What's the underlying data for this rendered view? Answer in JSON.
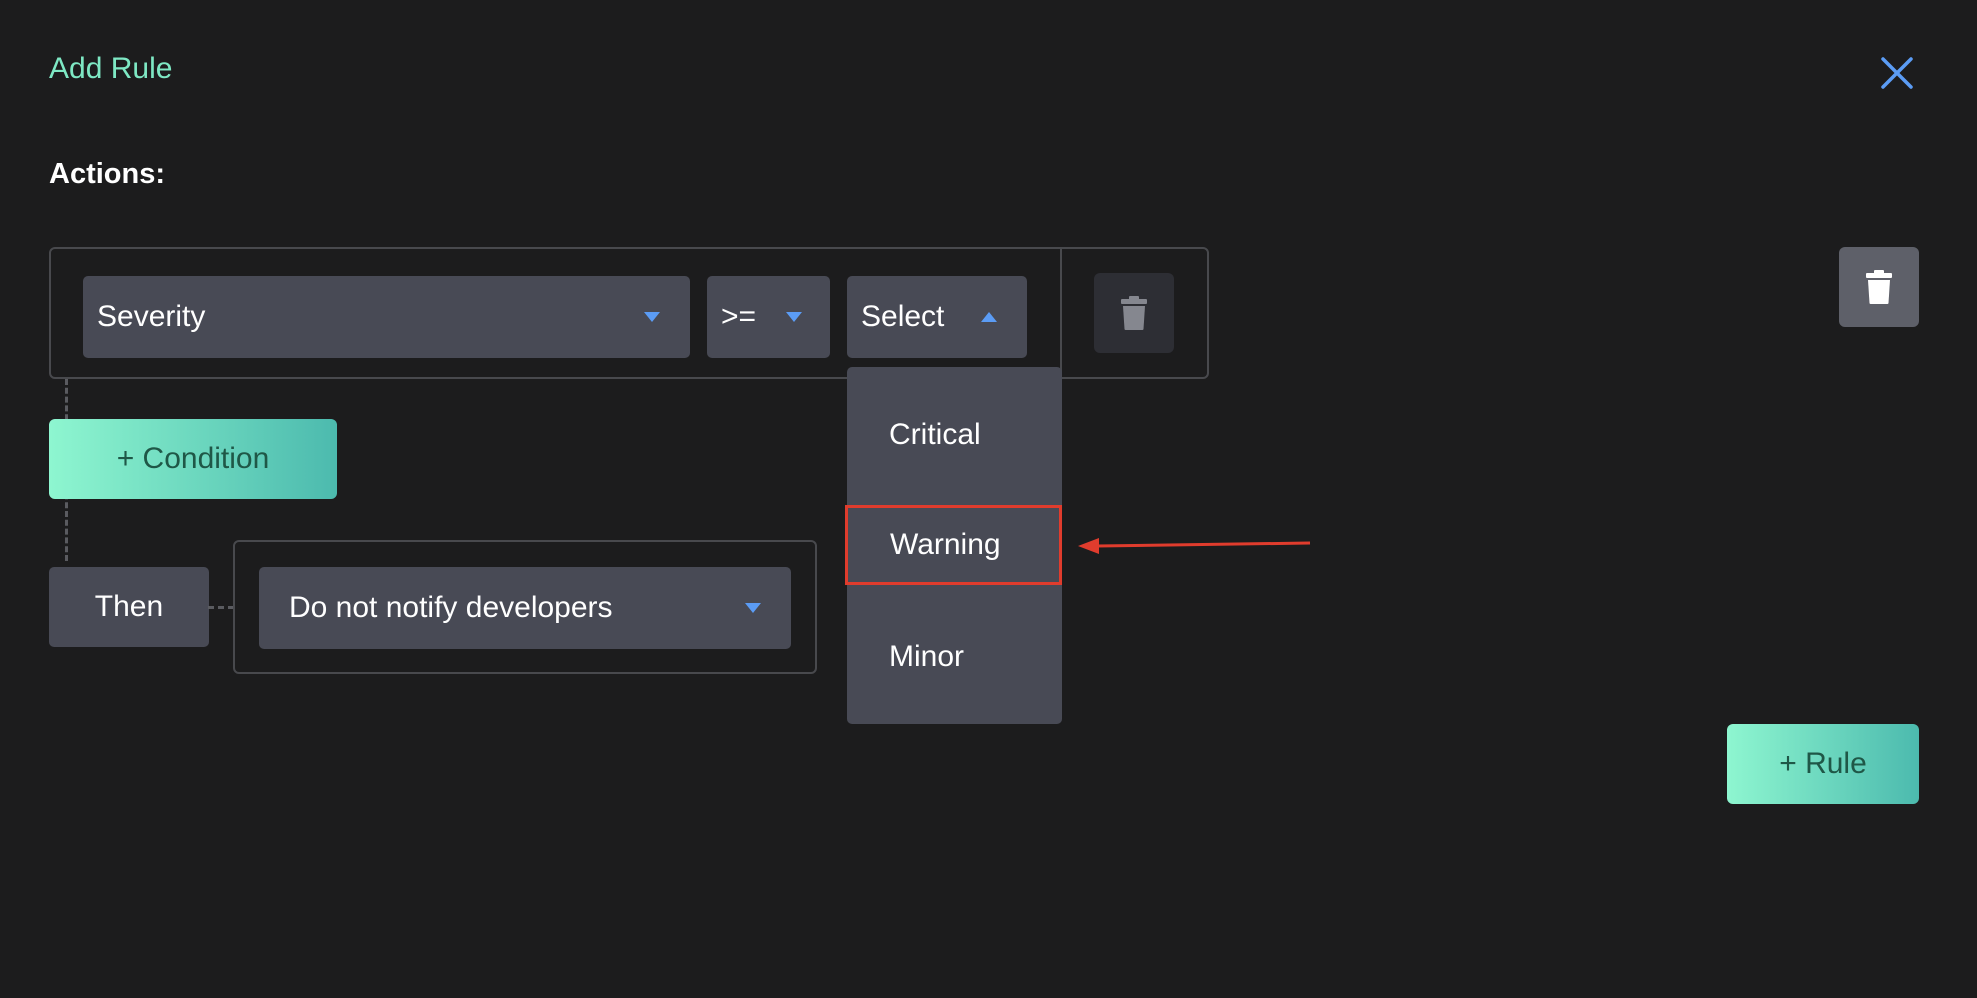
{
  "header": {
    "title": "Add Rule"
  },
  "section": {
    "label": "Actions:"
  },
  "condition": {
    "field": "Severity",
    "operator": ">=",
    "value_placeholder": "Select",
    "options": [
      "Critical",
      "Warning",
      "Minor"
    ],
    "highlighted_option": "Warning"
  },
  "buttons": {
    "add_condition": "+ Condition",
    "add_rule": "+ Rule"
  },
  "then": {
    "label": "Then",
    "action": "Do not notify developers"
  },
  "icons": {
    "close": "close-icon",
    "delete": "trash-icon",
    "caret": "chevron-down-icon"
  },
  "colors": {
    "accent": "#7ee8c4",
    "caret": "#5b9cf5",
    "highlight": "#e03c2d"
  }
}
